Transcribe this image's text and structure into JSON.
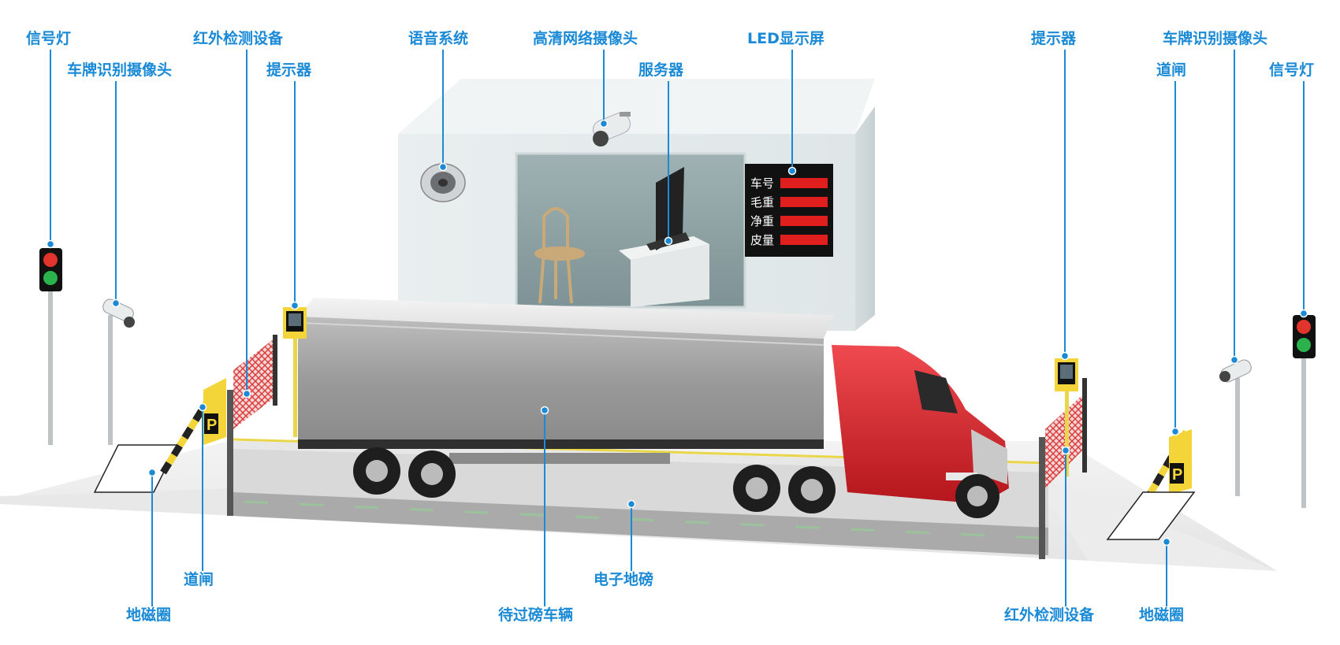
{
  "led_panel": {
    "rows": [
      "车号",
      "毛重",
      "净重",
      "皮量"
    ]
  },
  "gate_sign_letter": "P",
  "callouts": [
    {
      "id": "signal-light-left",
      "label": "信号灯"
    },
    {
      "id": "plate-camera-left",
      "label": "车牌识别摄像头"
    },
    {
      "id": "infrared-top-left",
      "label": "红外检测设备"
    },
    {
      "id": "prompter-left",
      "label": "提示器"
    },
    {
      "id": "voice-system",
      "label": "语音系统"
    },
    {
      "id": "hd-camera",
      "label": "高清网络摄像头"
    },
    {
      "id": "server",
      "label": "服务器"
    },
    {
      "id": "led-display",
      "label": "LED显示屏"
    },
    {
      "id": "prompter-right",
      "label": "提示器"
    },
    {
      "id": "plate-camera-right",
      "label": "车牌识别摄像头"
    },
    {
      "id": "barrier-right",
      "label": "道闸"
    },
    {
      "id": "signal-light-right",
      "label": "信号灯"
    },
    {
      "id": "barrier-left",
      "label": "道闸"
    },
    {
      "id": "loop-left",
      "label": "地磁圈"
    },
    {
      "id": "vehicle",
      "label": "待过磅车辆"
    },
    {
      "id": "scale",
      "label": "电子地磅"
    },
    {
      "id": "infrared-bottom-right",
      "label": "红外检测设备"
    },
    {
      "id": "loop-right",
      "label": "地磁圈"
    }
  ],
  "colors": {
    "accent": "#1a8ad6",
    "truck_red": "#d9262b",
    "led_bar": "#e01e1e",
    "barrier_yellow": "#f3d53a"
  }
}
